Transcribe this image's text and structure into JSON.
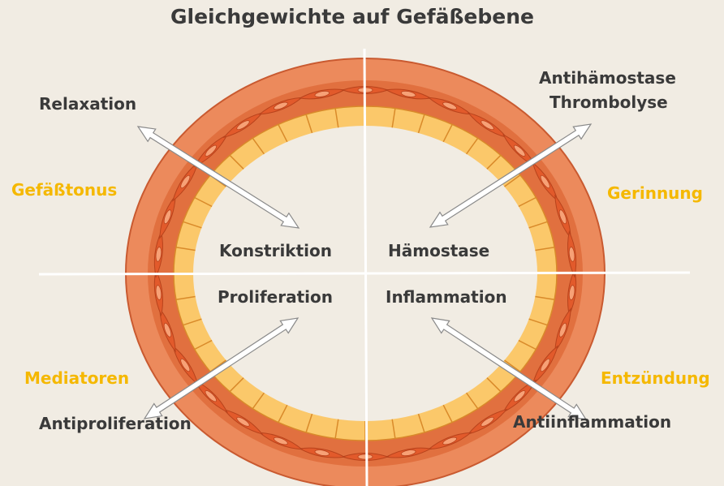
{
  "title": "Gleichgewichte auf Gefäßebene",
  "quadrants": {
    "top_left": {
      "category": "Gefäßtonus",
      "outer": "Relaxation",
      "inner": "Konstriktion"
    },
    "top_right": {
      "category": "Gerinnung",
      "outer_line1": "Antihämostase",
      "outer_line2": "Thrombolyse",
      "inner": "Hämostase"
    },
    "bottom_left": {
      "category": "Mediatoren",
      "outer": "Antiproliferation",
      "inner": "Proliferation"
    },
    "bottom_right": {
      "category": "Entzündung",
      "outer": "Antiinflammation",
      "inner": "Inflammation"
    }
  },
  "colors": {
    "background": "#f1ece3",
    "vessel_outer": "#ec8a5c",
    "vessel_band": "#e1703f",
    "smooth_muscle_cell": "#e25a2b",
    "endothelial_cell": "#fbc86a",
    "category_text": "#f5b800",
    "label_text": "#3a3a3a",
    "arrow": "#ffffff"
  }
}
